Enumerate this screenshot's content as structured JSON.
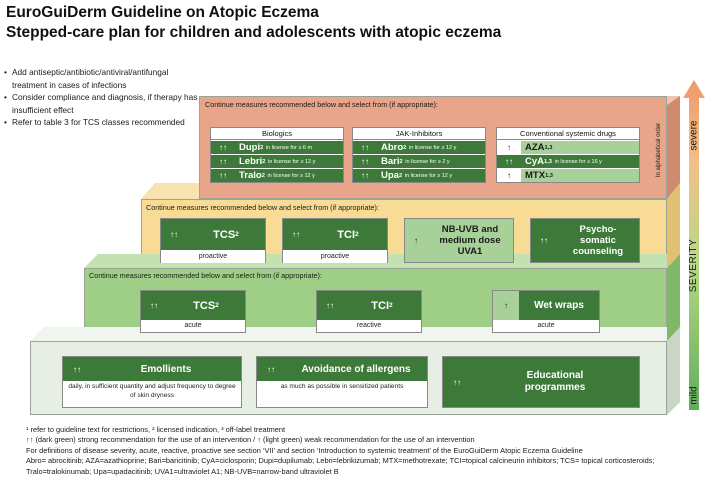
{
  "title": {
    "line1": "EuroGuiDerm Guideline on Atopic Eczema",
    "line2": "Stepped-care plan for children and adolescents with atopic eczema"
  },
  "bullets": [
    "Add antiseptic/antibiotic/antiviral/antifungal treatment in cases of infections",
    "Consider compliance and diagnosis, if therapy has insufficient effect",
    "Refer to table 3 for TCS classes recommended"
  ],
  "severity": {
    "label": "SEVERITY",
    "severe": "severe",
    "mild": "mild"
  },
  "alpha_order": "In alphabetical order",
  "steps": {
    "step4": {
      "label": "Continue measures recommended below and select from (if appropriate):",
      "groups": [
        {
          "title": "Biologics",
          "items": [
            {
              "arrows": "↑↑",
              "name": "Dupi",
              "sup": "2",
              "note": "in license for ≥ 6 m"
            },
            {
              "arrows": "↑↑",
              "name": "Lebri",
              "sup": "2",
              "note": "in license for ≥ 12 y"
            },
            {
              "arrows": "↑↑",
              "name": "Tralo",
              "sup": "2",
              "note": "in license for ≥ 12 y"
            }
          ]
        },
        {
          "title": "JAK-Inhibitors",
          "items": [
            {
              "arrows": "↑↑",
              "name": "Abro",
              "sup": "2",
              "note": "in license for ≥ 12 y"
            },
            {
              "arrows": "↑↑",
              "name": "Bari",
              "sup": "2",
              "note": "in license for ≥ 2 y"
            },
            {
              "arrows": "↑↑",
              "name": "Upa",
              "sup": "2",
              "note": "in license for ≥ 12 y"
            }
          ]
        },
        {
          "title": "Conventional systemic drugs",
          "items": [
            {
              "arrows": "↑",
              "name": "AZA",
              "sup": "1,3",
              "note": ""
            },
            {
              "arrows": "↑↑",
              "name": "CyA",
              "sup": "1,3",
              "note": "in license for ≥ 16 y"
            },
            {
              "arrows": "↑",
              "name": "MTX",
              "sup": "1,3",
              "note": ""
            }
          ]
        }
      ]
    },
    "step3": {
      "label": "Continue measures recommended below and select from (if appropriate):",
      "items": [
        {
          "arrows": "↑↑",
          "name": "TCS",
          "sup": "2",
          "sub": "proactive"
        },
        {
          "arrows": "↑↑",
          "name": "TCI",
          "sup": "2",
          "sub": "proactive"
        },
        {
          "arrows": "↑",
          "name": "NB-UVB and medium dose UVA1",
          "sup": "",
          "sub": ""
        },
        {
          "arrows": "↑↑",
          "name": "Psycho-somatic counseling",
          "sup": "",
          "sub": ""
        }
      ]
    },
    "step2": {
      "label": "Continue measures recommended below and select from (if appropriate):",
      "items": [
        {
          "arrows": "↑↑",
          "name": "TCS",
          "sup": "2",
          "sub": "acute"
        },
        {
          "arrows": "↑↑",
          "name": "TCI",
          "sup": "2",
          "sub": "reactive"
        },
        {
          "arrows": "↑",
          "name": "Wet wraps",
          "sup": "",
          "sub": "acute"
        }
      ]
    },
    "step1": {
      "items": [
        {
          "arrows": "↑↑",
          "name": "Emollients",
          "sub": "daily, in sufficient quantity and adjust frequency to degree of skin dryness"
        },
        {
          "arrows": "↑↑",
          "name": "Avoidance of allergens",
          "sub": "as much as possible in sensitized patients"
        },
        {
          "arrows": "↑↑",
          "name": "Educational programmes",
          "sub": ""
        }
      ]
    }
  },
  "footnotes": [
    "¹ refer to guideline text for restrictions, ² licensed indication, ³ off-label treatment",
    "↑↑ (dark green) strong recommendation for the use of an intervention / ↑ (light green) weak recommendation for the use of an intervention",
    "For definitions of disease severity, acute, reactive, proactive see section ‘VII’ and section ‘Introduction to systemic treatment’ of the EuroGuiDerm Atopic Eczema Guideline",
    "Abro= abrocitinib; AZA=azathioprine; Bari=baricitinib; CyA=ciclosporin; Dupi=dupilumab; Lebri=lebrikizumab; MTX=methotrexate; TCI=topical calcineurin inhibitors; TCS= topical corticosteroids; Tralo=tralokinumab; Upa=upadacitinib; UVA1=ultraviolet A1; NB-UVB=narrow-band ultraviolet B"
  ],
  "colors": {
    "step4": "#e8a58a",
    "step3": "#f8dc95",
    "step2": "#9fcf86",
    "step1": "#e7efe4",
    "dark_green": "#3d7a3a",
    "light_green": "#a8d19a"
  }
}
